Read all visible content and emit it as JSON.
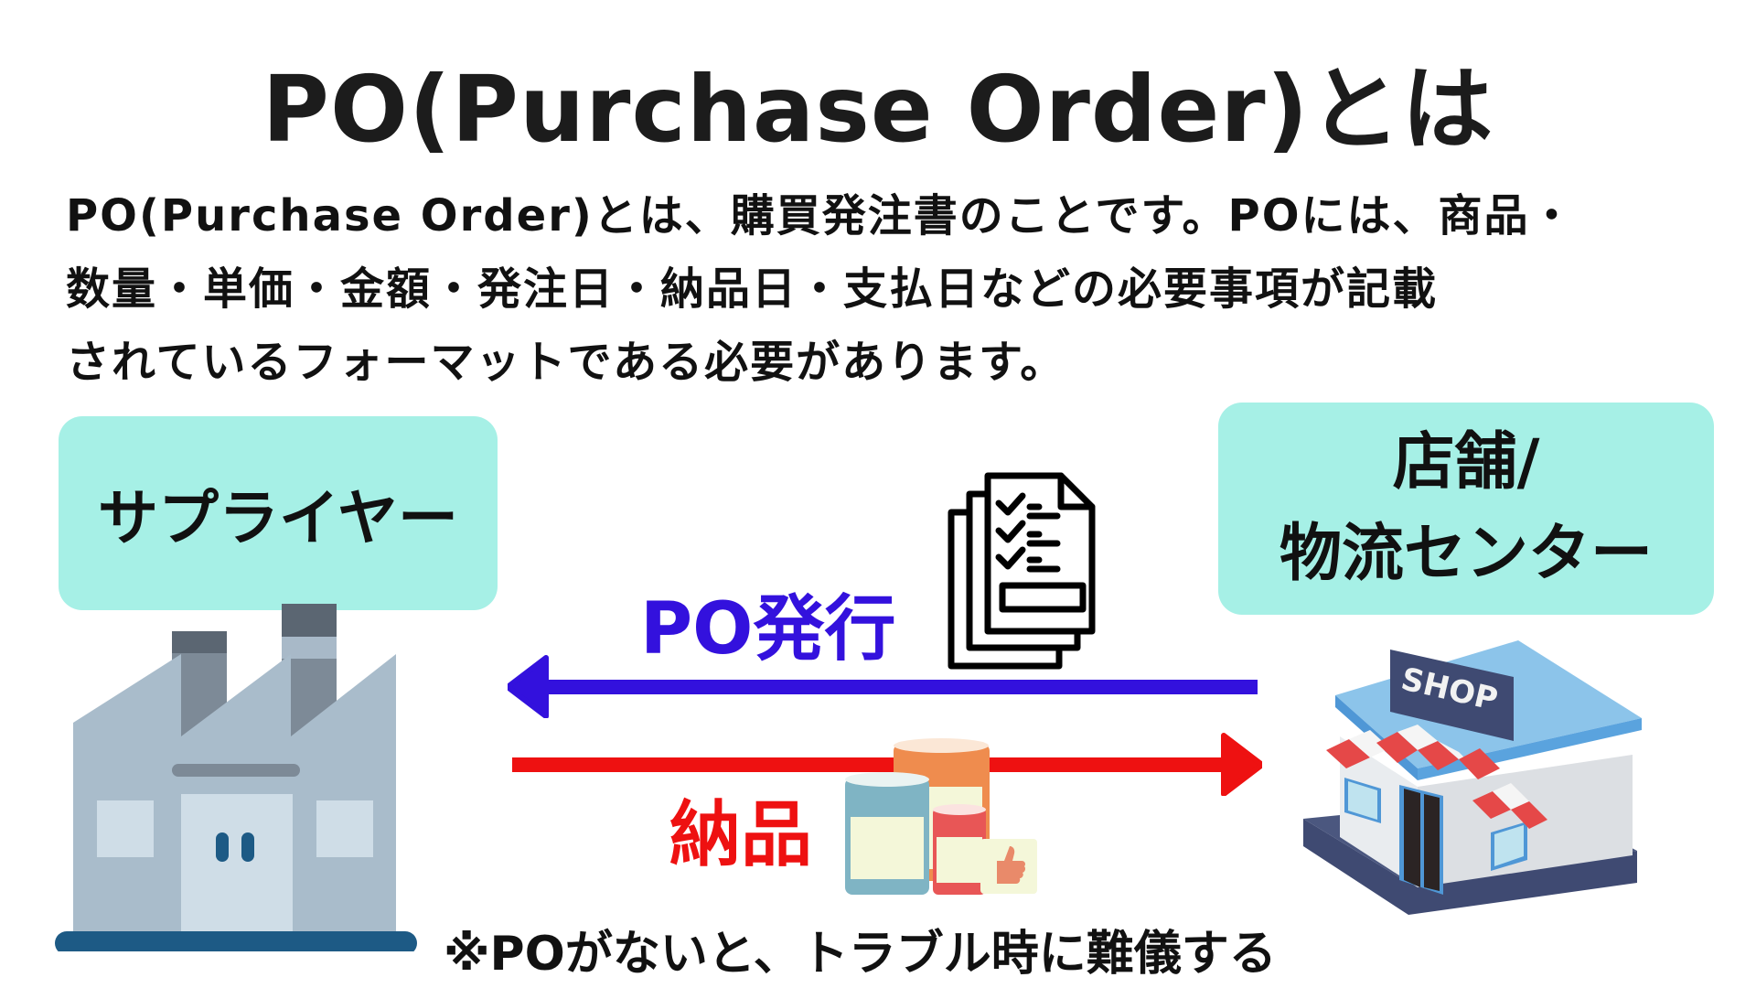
{
  "title": "PO(Purchase Order)とは",
  "description": {
    "lines": [
      "PO(Purchase Order)とは、購買発注書のことです。POには、商品・",
      "数量・単価・金額・発注日・納品日・支払日などの必要事項が記載",
      "されているフォーマットである必要があります。"
    ]
  },
  "supplier": {
    "label": "サプライヤー",
    "icon": "factory-icon"
  },
  "store": {
    "label_line1": "店舗/",
    "label_line2": "物流センター",
    "icon": "shop-building-icon",
    "sign_text": "SHOP"
  },
  "flows": {
    "po_issue": {
      "label": "PO発行",
      "direction": "store-to-supplier",
      "color": "#3311dd",
      "icon": "document-checklist-icon"
    },
    "delivery": {
      "label": "納品",
      "direction": "supplier-to-store",
      "color": "#ee1111",
      "icon": "canned-goods-icon"
    }
  },
  "note": "※POがないと、トラブル時に難儀する",
  "colors": {
    "label_box_bg": "#a6f0e6",
    "po_arrow": "#3311dd",
    "delivery_arrow": "#ee1111",
    "text": "#111111"
  }
}
